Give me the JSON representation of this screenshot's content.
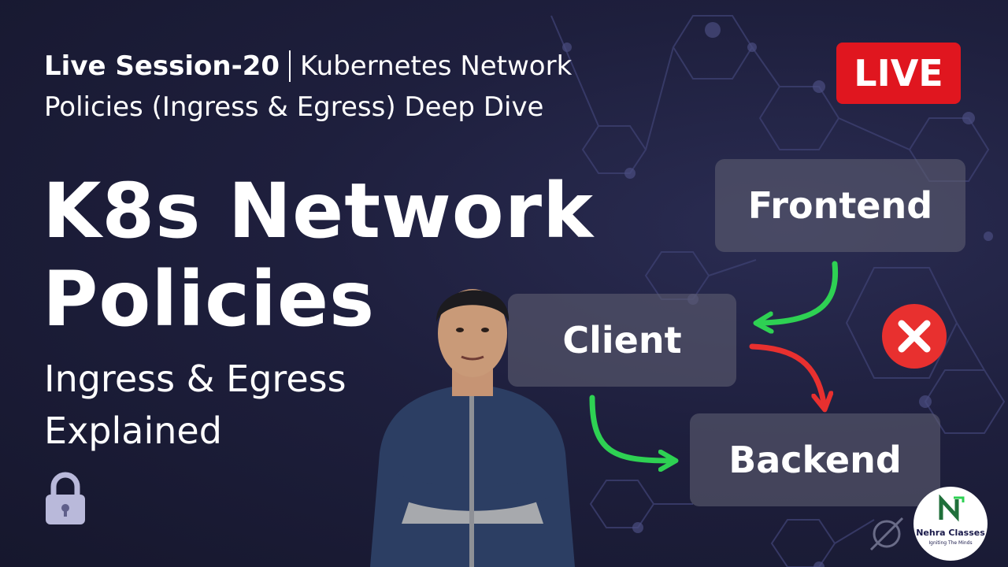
{
  "header": {
    "session": "Live Session-20",
    "topic_line1": "Kubernetes Network",
    "topic_line2": "Policies (Ingress & Egress) Deep Dive"
  },
  "badge": {
    "label": "LIVE",
    "color": "#e0161f"
  },
  "title": {
    "line1": "K8s Network",
    "line2": "Policies"
  },
  "subtitle": {
    "line1": "Ingress & Egress",
    "line2": "Explained"
  },
  "diagram": {
    "nodes": {
      "frontend": "Frontend",
      "client": "Client",
      "backend": "Backend"
    },
    "allowed_color": "#2ed153",
    "denied_color": "#e8302f",
    "icons": [
      "lock-icon",
      "blocked-x-icon",
      "allowed-arrow-icon",
      "denied-arrow-icon"
    ]
  },
  "logo": {
    "brand": "Nehra Classes",
    "tagline": "Igniting The Minds"
  },
  "colors": {
    "background": "#1e1f3d",
    "node_fill": "#5c5c70"
  }
}
